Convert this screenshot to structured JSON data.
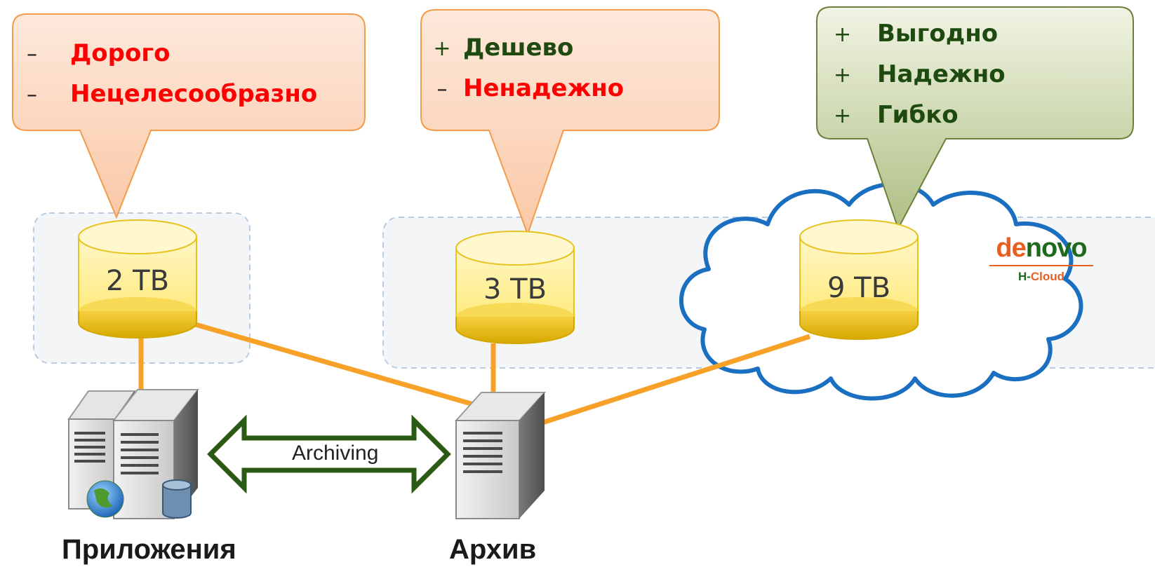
{
  "callouts": {
    "apps": {
      "items": [
        {
          "sign": "–",
          "text": "Дорого",
          "tone": "neg"
        },
        {
          "sign": "–",
          "text": "Нецелесообразно",
          "tone": "neg"
        }
      ]
    },
    "archive": {
      "items": [
        {
          "sign": "+",
          "text": "Дешево",
          "tone": "pos"
        },
        {
          "sign": "–",
          "text": "Ненадежно",
          "tone": "neg"
        }
      ]
    },
    "cloud": {
      "items": [
        {
          "sign": "+",
          "text": "Выгодно",
          "tone": "pos"
        },
        {
          "sign": "+",
          "text": "Надежно",
          "tone": "pos"
        },
        {
          "sign": "+",
          "text": "Гибко",
          "tone": "pos"
        }
      ]
    }
  },
  "disks": {
    "apps": "2 TB",
    "archive": "3 TB",
    "cloud": "9 TB"
  },
  "arrow_label": "Archiving",
  "nodes": {
    "apps": "Приложения",
    "archive": "Архив"
  },
  "logo": {
    "brand_part1": "de",
    "brand_part2": "novo",
    "sub_part1": "H-",
    "sub_part2": "Cloud"
  },
  "colors": {
    "negative_text": "#ff0000",
    "positive_text": "#1e4a10",
    "connector": "#f7a128",
    "cloud_outline": "#1a6fc0",
    "arrow_outline": "#2a5a14",
    "disk_fill": "#ffe97a"
  },
  "icons": {
    "apps_server": "server-pair-icon",
    "archive_server": "server-icon",
    "globe": "globe-icon",
    "database": "database-icon"
  }
}
